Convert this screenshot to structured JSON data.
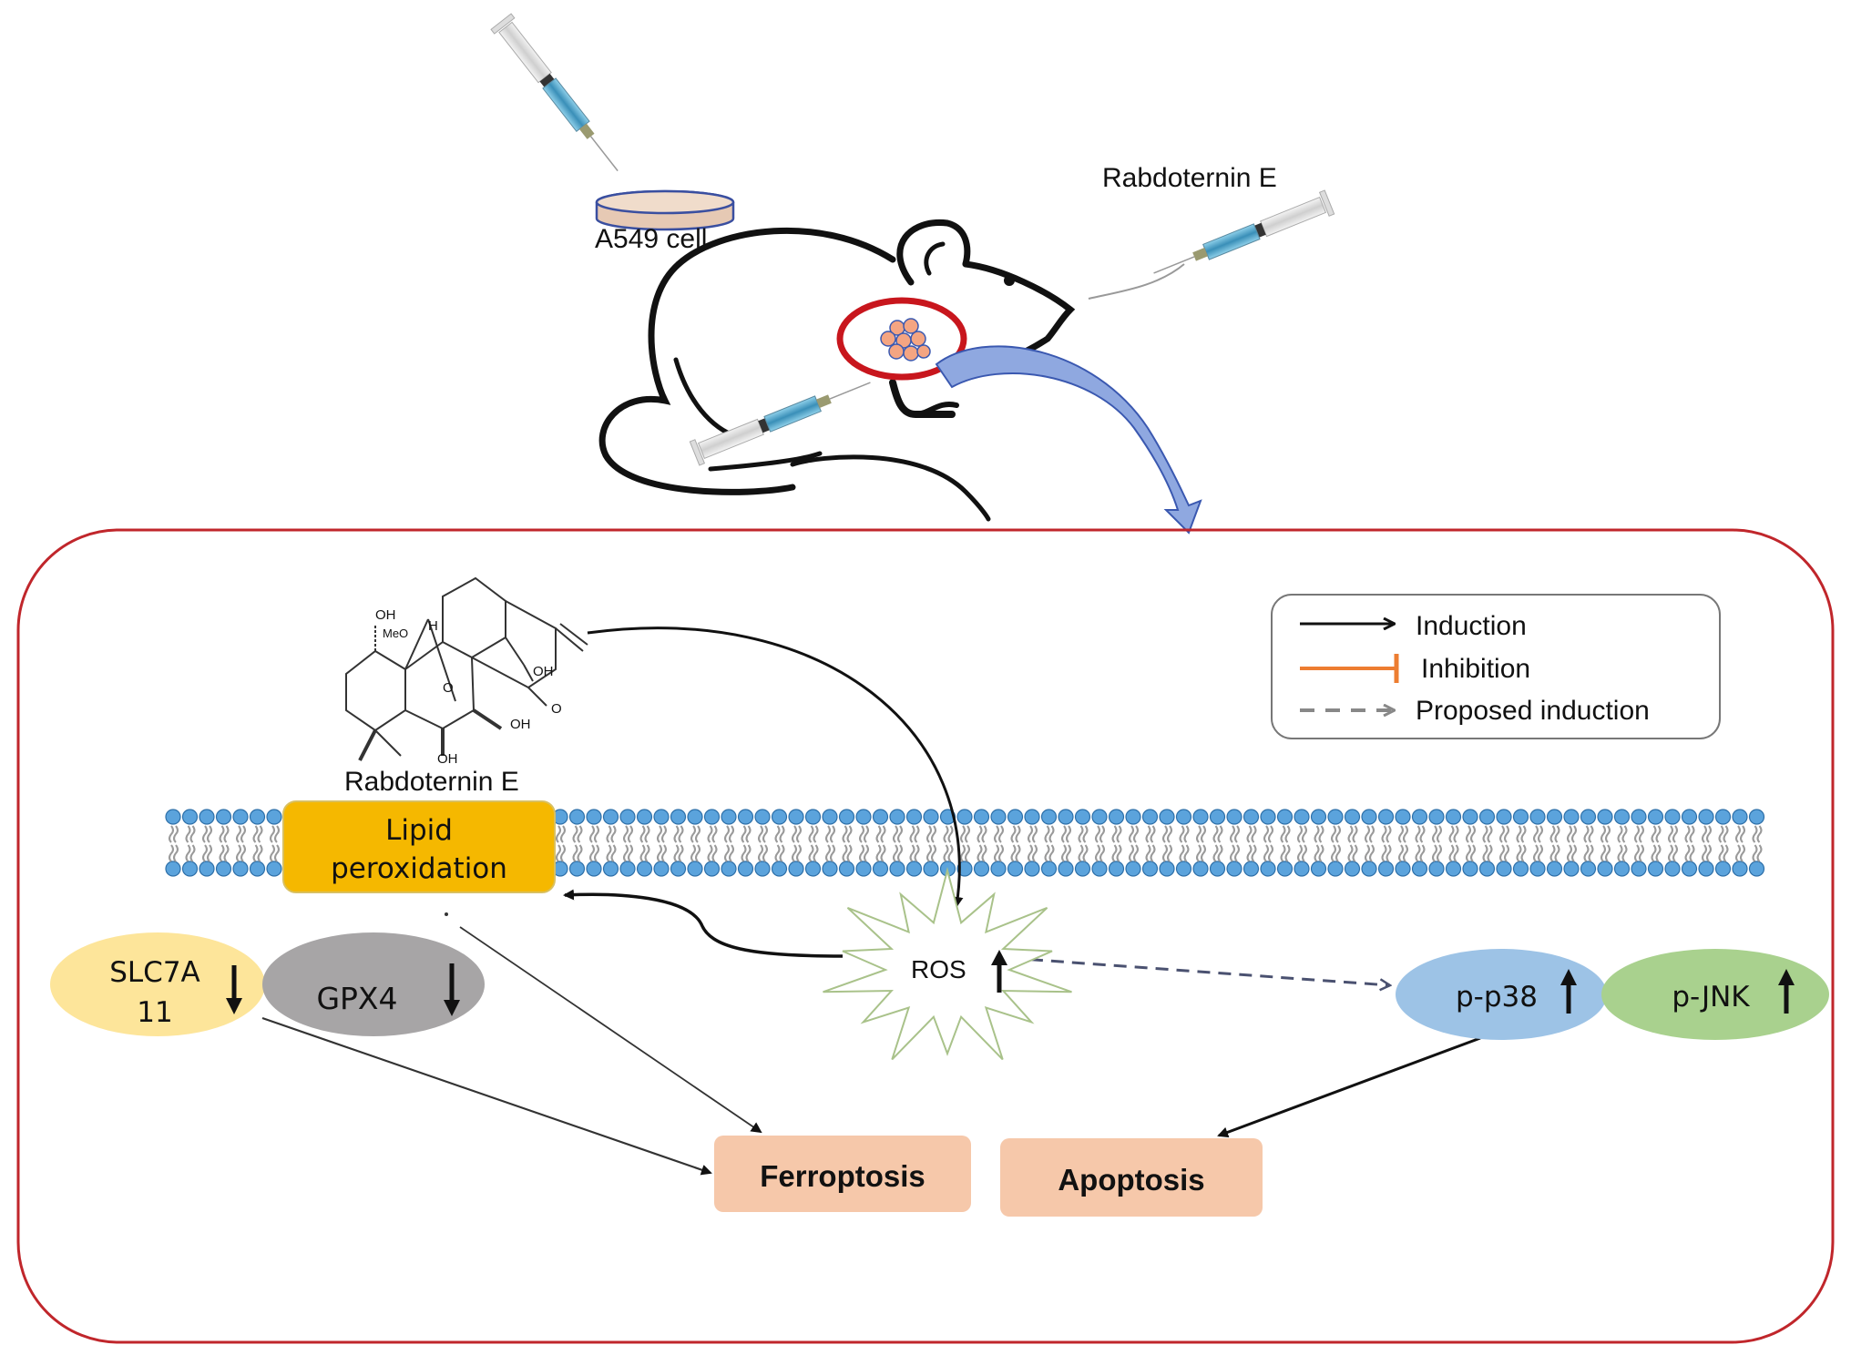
{
  "top": {
    "cell_label": "A549 cell",
    "drug_label": "Rabdoternin E"
  },
  "molecule": {
    "name": "Rabdoternin E",
    "atoms": [
      "OH",
      "MeO",
      "H",
      "O",
      "OH",
      "O",
      "OH",
      "OH"
    ]
  },
  "membrane": {
    "box_label_line1": "Lipid",
    "box_label_line2": "peroxidation"
  },
  "nodes": {
    "ros": "ROS",
    "slc_line1": "SLC7A",
    "slc_line2": "11",
    "gpx4": "GPX4",
    "pp38": "p-p38",
    "pjnk": "p-JNK",
    "ferroptosis": "Ferroptosis",
    "apoptosis": "Apoptosis"
  },
  "legend": {
    "items": [
      {
        "label": "Induction",
        "type": "induction"
      },
      {
        "label": "Inhibition",
        "type": "inhibition"
      },
      {
        "label": "Proposed induction",
        "type": "proposed"
      }
    ]
  },
  "colors": {
    "frame": "#c0262b",
    "lipid_box": "#f5b800",
    "slc": "#fde59a",
    "gpx4": "#a7a5a6",
    "pp38": "#9dc3e6",
    "pjnk": "#a9d18e",
    "outcome": "#f6c8aa",
    "membrane_head": "#5ba3dc",
    "inhibition": "#ed7d31",
    "tumor": "#f4a582",
    "flow_arrow": "#8fa8e0"
  }
}
